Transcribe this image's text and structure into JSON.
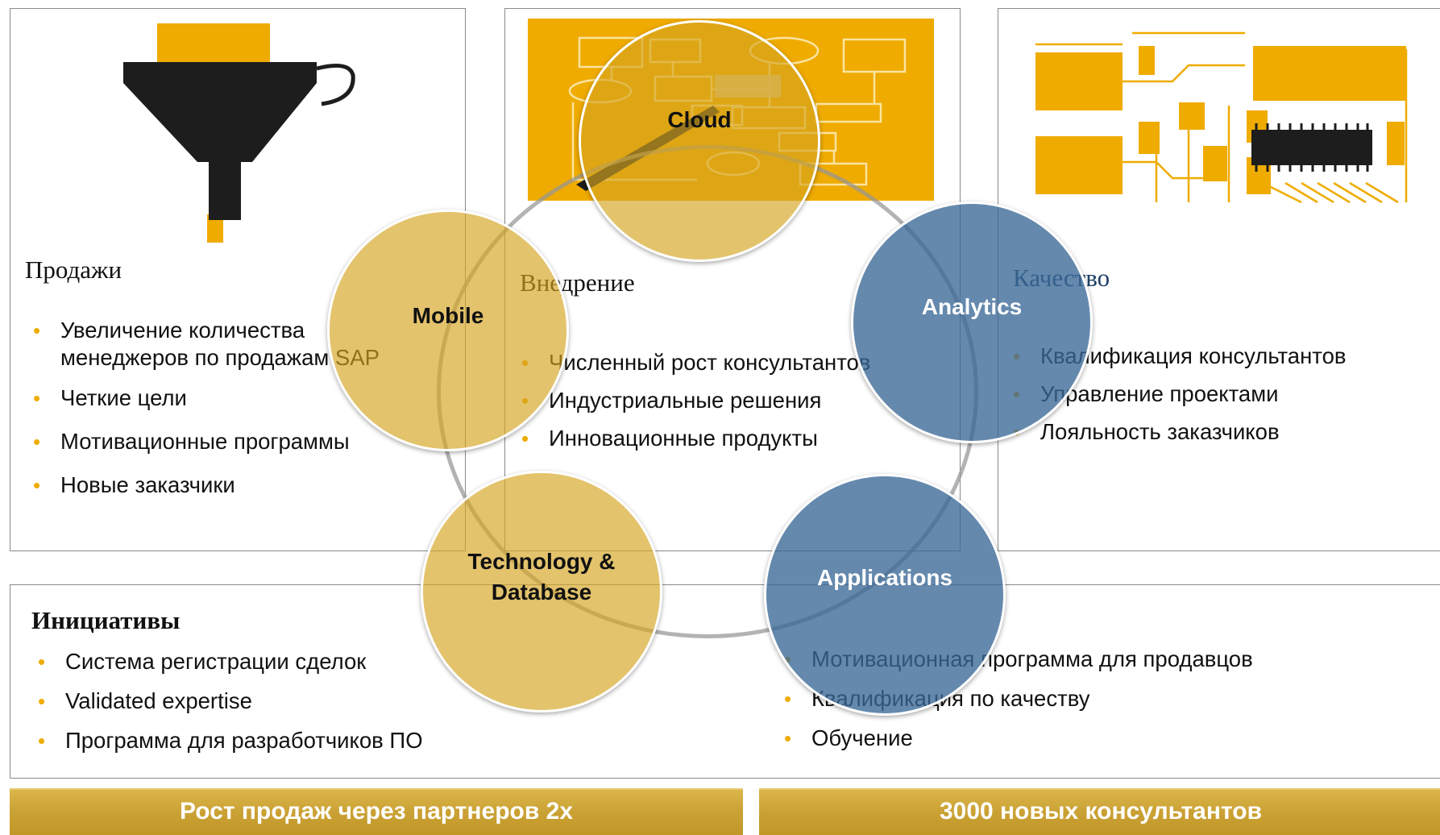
{
  "panels": {
    "sales": {
      "heading": "Продажи",
      "items": [
        "Увеличение количества менеджеров по продажам SAP",
        "Четкие цели",
        "Мотивационные программы",
        "Новые заказчики"
      ]
    },
    "implementation": {
      "heading": "Внедрение",
      "items": [
        "Численный рост консультантов",
        "Индустриальные решения",
        "Инновационные продукты"
      ]
    },
    "quality": {
      "heading": "Качество",
      "items": [
        "Квалификация консультантов",
        "Управление проектами",
        "Лояльность заказчиков"
      ]
    }
  },
  "initiatives": {
    "heading": "Инициативы",
    "left_items": [
      "Система регистрации сделок",
      "Validated expertise",
      "Программа для разработчиков ПО"
    ],
    "right_items": [
      "Мотивационная программа для продавцов",
      "Квалификация по качеству",
      "Обучение"
    ]
  },
  "circles": {
    "cloud": "Cloud",
    "mobile": "Mobile",
    "analytics": "Analytics",
    "technology_line1": "Technology &",
    "technology_line2": "Database",
    "applications": "Applications"
  },
  "goals": {
    "left": "Рост продаж через партнеров 2x",
    "right": "3000 новых консультантов"
  },
  "icons": {
    "sales": "funnel-icon",
    "implementation": "flowchart-sketch-icon",
    "quality": "circuit-board-icon"
  },
  "colors": {
    "accent_gold": "#efab00",
    "circle_gold": "#d4a420",
    "circle_blue": "#3a6896",
    "goal_bar": "#caa134"
  }
}
